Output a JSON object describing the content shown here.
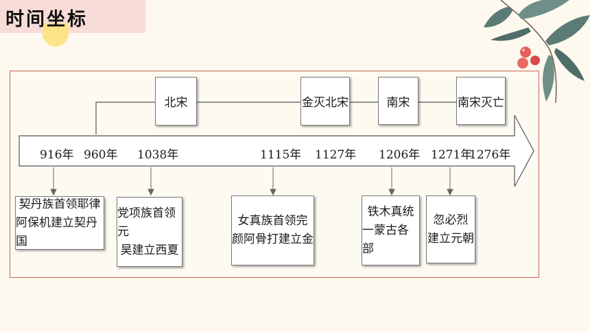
{
  "header": {
    "title": "时间坐标"
  },
  "periods": [
    {
      "label": "北宋"
    },
    {
      "label": "金灭北宋"
    },
    {
      "label": "南宋"
    },
    {
      "label": "南宋灭亡"
    }
  ],
  "years": [
    "916年",
    "960年",
    "1038年",
    "1115年",
    "1127年",
    "1206年",
    "1271年",
    "1276年"
  ],
  "events": [
    {
      "line1": "契丹族首领耶律",
      "line2": "阿保机建立契丹国"
    },
    {
      "line1": "党项族首领元",
      "line2": "昊建立西夏"
    },
    {
      "line1": "女真族首领完",
      "line2": "颜阿骨打建立金"
    },
    {
      "line1": "铁木真统",
      "line2": "一蒙古各部"
    },
    {
      "line1": "忽必烈",
      "line2": "建立元朝"
    }
  ],
  "colors": {
    "background": "#fdf9ef",
    "title_bar": "#f7dcd8",
    "frame_border": "#c9614f",
    "leaf": "#5c7a76",
    "berry": "#e85d5d"
  }
}
